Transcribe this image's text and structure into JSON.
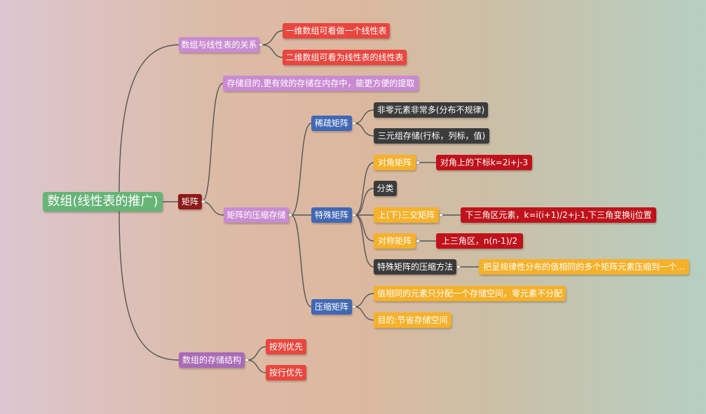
{
  "mindmap": {
    "root": "数组(线性表的推广)",
    "matrix": "矩阵",
    "relation": {
      "label": "数组与线性表的关系",
      "children": [
        "一维数组可看做一个线性表",
        "二维数组可看为线性表的线性表"
      ]
    },
    "storage_goal": "存储目的,更有效的存储在内存中，能更方便的提取",
    "compression": {
      "label": "矩阵的压缩存储",
      "sparse": {
        "label": "稀疏矩阵",
        "children": [
          "非零元素非常多(分布不规律)",
          "三元组存储(行标，列标，值)"
        ]
      },
      "special": {
        "label": "特殊矩阵",
        "diagonal": {
          "label": "对角矩阵",
          "detail": "对角上的下标k=2i+j-3"
        },
        "category": "分类",
        "triangular": {
          "label": "上(下)三交矩阵",
          "detail": "下三角区元素，k=i(i+1)/2+j-1,下三角变换ij位置"
        },
        "symmetric": {
          "label": "对称矩阵",
          "detail": "上三角区，n(n-1)/2"
        },
        "method": {
          "label": "特殊矩阵的压缩方法",
          "detail": "把呈规律性分布的值相同的多个矩阵元素压缩到一个..."
        }
      },
      "compressed": {
        "label": "压缩矩阵",
        "children": [
          "值相同的元素只分配一个存储空间，零元素不分配",
          "目的:节省存储空间"
        ]
      }
    },
    "array_storage": {
      "label": "数组的存储结构",
      "children": [
        "按列优先",
        "按行优先"
      ]
    }
  }
}
